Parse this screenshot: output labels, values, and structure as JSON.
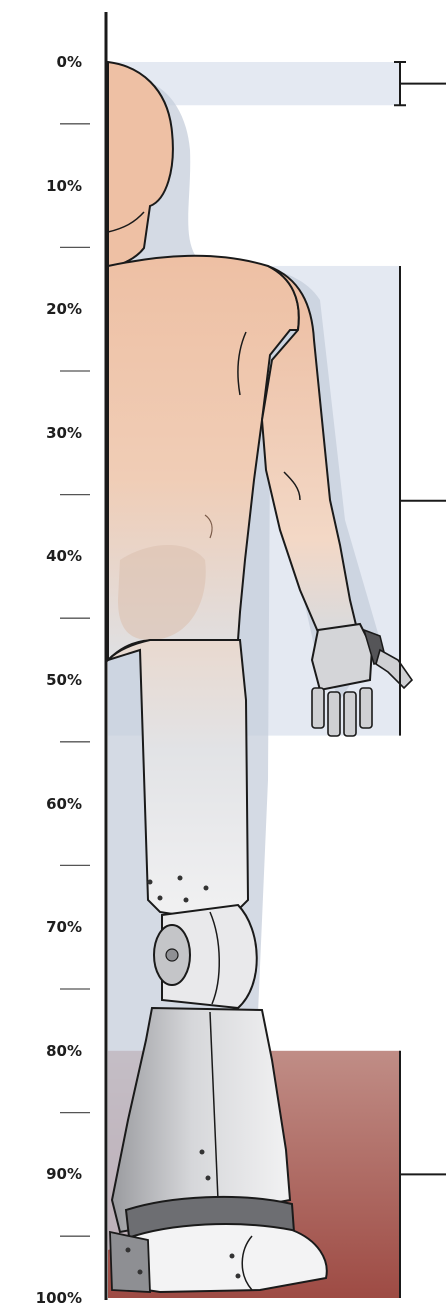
{
  "scale": {
    "labels": [
      "0%",
      "10%",
      "20%",
      "30%",
      "40%",
      "50%",
      "60%",
      "70%",
      "80%",
      "90%",
      "100%"
    ]
  },
  "regions": [
    {
      "name": "head",
      "from": 0,
      "to": 3.5,
      "color": "#e4e9f2"
    },
    {
      "name": "body-and-arm",
      "from": 16.5,
      "to": 54.5,
      "color": "#e4e9f2"
    },
    {
      "name": "lower-leg",
      "from": 80,
      "to": 100,
      "color": "#a86058"
    }
  ],
  "figure": {
    "skin_color": "#eec0a4",
    "prosthetic_color": "#d8d9dc",
    "outline_color": "#1a1a1a"
  }
}
